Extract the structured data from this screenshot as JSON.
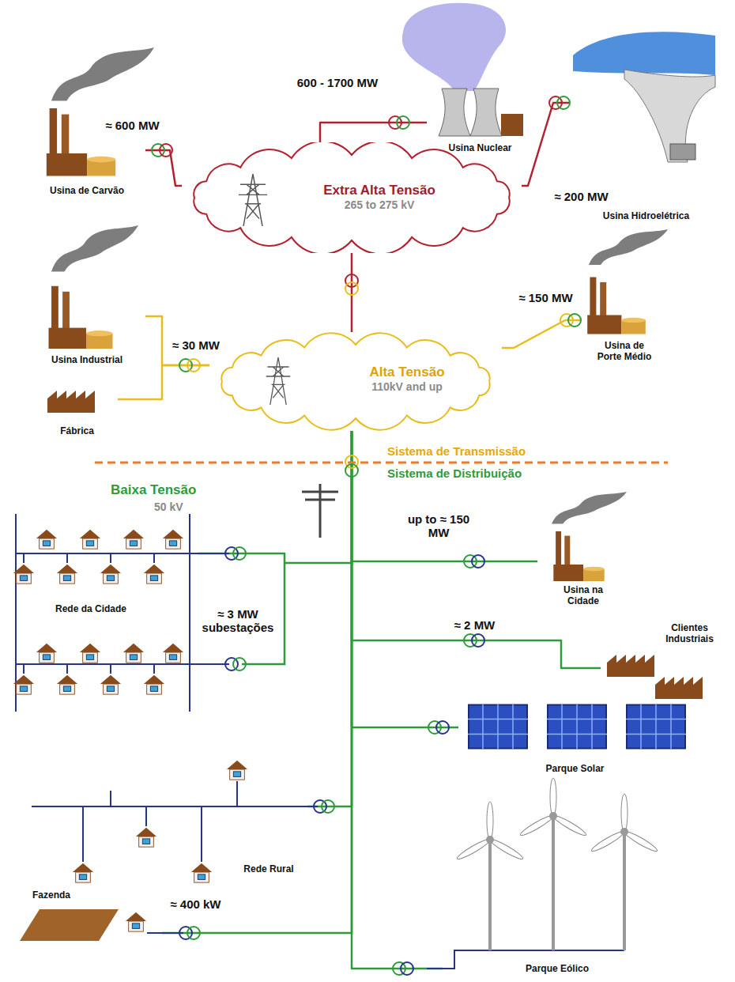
{
  "diagram": {
    "nodes": [
      {
        "text": [
          "Extra Alta Tensão",
          "265 to 275 kV"
        ]
      },
      {
        "text": [
          "Usina de Carvão"
        ]
      },
      {
        "text": [
          "Usina Nuclear"
        ]
      },
      {
        "text": [
          "Usina Hidroelétrica"
        ]
      },
      {
        "text": [
          "Alta Tensão",
          "110kV and up"
        ]
      },
      {
        "text": [
          "Usina Industrial"
        ]
      },
      {
        "text": [
          "Fábrica"
        ]
      },
      {
        "text": [
          "Usina de Porte Médio"
        ]
      },
      {
        "text": [
          "Rede da Cidade"
        ]
      },
      {
        "text": [
          "Usina na Cidade"
        ]
      },
      {
        "text": [
          "Clientes Industriais"
        ]
      },
      {
        "text": [
          "Parque Solar"
        ]
      },
      {
        "text": [
          "Rede Rural"
        ]
      },
      {
        "text": [
          "Fazenda"
        ]
      },
      {
        "text": [
          "Parque Eólico"
        ]
      }
    ],
    "edges": [
      {
        "from": 1,
        "to": 0,
        "arrow": "none",
        "label": "≈ 600 MW"
      },
      {
        "from": 2,
        "to": 0,
        "arrow": "none",
        "label": "600 - 1700 MW"
      },
      {
        "from": 3,
        "to": 0,
        "arrow": "none",
        "label": "≈ 200 MW"
      },
      {
        "from": 0,
        "to": 4,
        "arrow": "none"
      },
      {
        "from": 5,
        "to": 4,
        "arrow": "none",
        "label": "≈ 30 MW"
      },
      {
        "from": 6,
        "to": 4,
        "arrow": "none"
      },
      {
        "from": 7,
        "to": 4,
        "arrow": "none",
        "label": "≈ 150 MW"
      },
      {
        "from": 4,
        "to": 8,
        "arrow": "none",
        "label": "≈ 3 MW subestações"
      },
      {
        "from": 4,
        "to": 9,
        "arrow": "none",
        "label": "up to ≈ 150 MW"
      },
      {
        "from": 4,
        "to": 10,
        "arrow": "none",
        "label": "≈ 2 MW"
      },
      {
        "from": 4,
        "to": 11,
        "arrow": "none"
      },
      {
        "from": 4,
        "to": 12,
        "arrow": "none"
      },
      {
        "from": 4,
        "to": 13,
        "arrow": "none",
        "label": "≈ 400 kW"
      },
      {
        "from": 4,
        "to": 14,
        "arrow": "none"
      }
    ],
    "labels": [
      "Sistema de Transmissão",
      "Sistema de Distribuição",
      "Baixa Tensão",
      "50 kV"
    ]
  }
}
